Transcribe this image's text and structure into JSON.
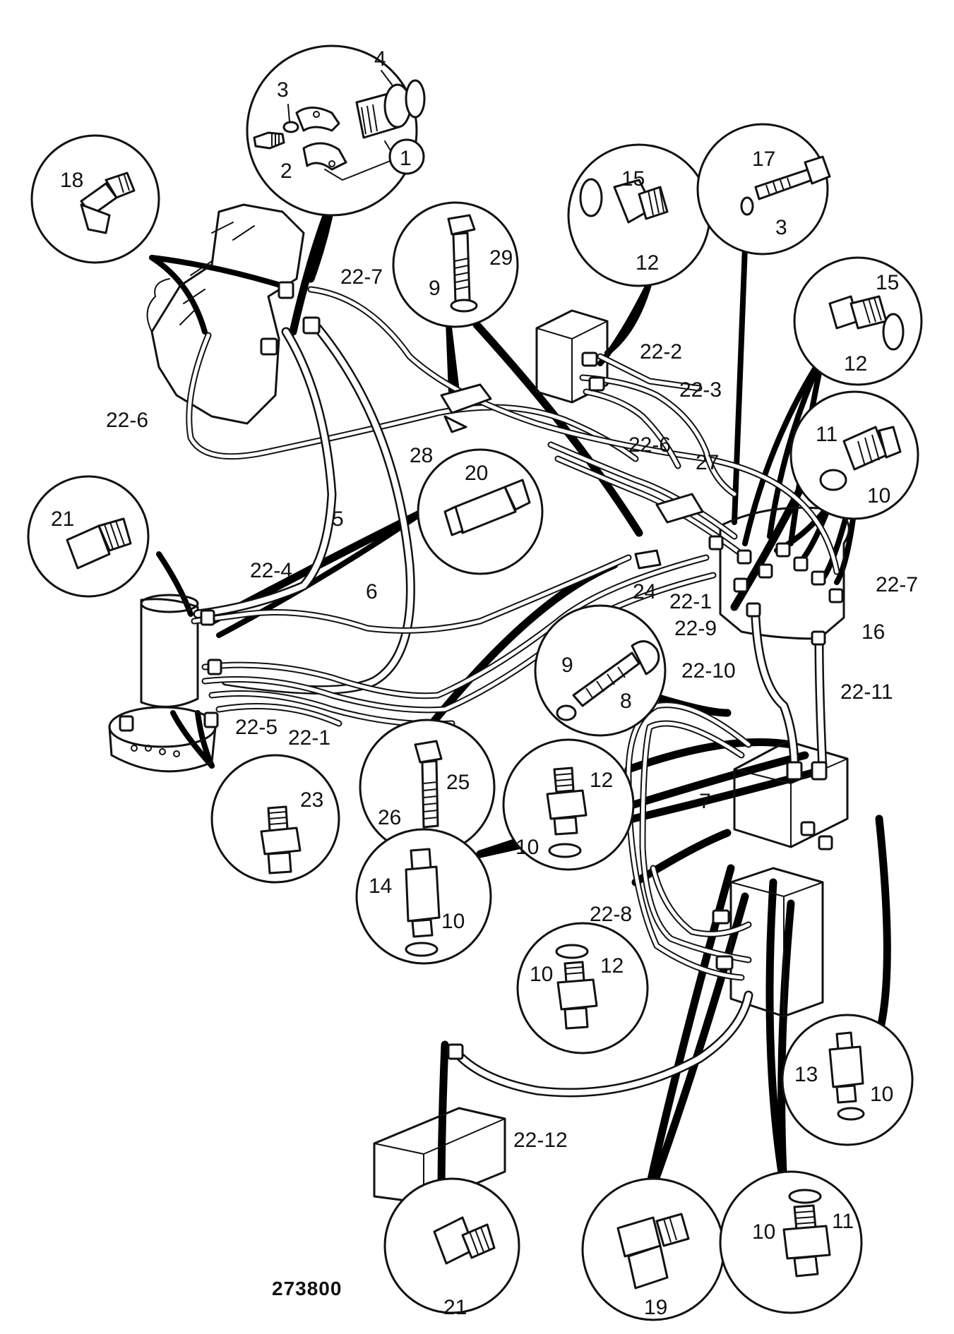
{
  "drawing": {
    "reference_number": "273800",
    "labels": {
      "l1": "1",
      "l2": "2",
      "l3a": "3",
      "l4": "4",
      "l18": "18",
      "l22_7a": "22-7",
      "l29": "29",
      "l9a": "9",
      "l15a": "15",
      "l12a": "12",
      "l17": "17",
      "l3b": "3",
      "l12b": "12",
      "l15b": "15",
      "l22_2": "22-2",
      "l22_3": "22-3",
      "l22_6a": "22-6",
      "l28": "28",
      "l22_6b": "22-6",
      "l27": "27",
      "l11a": "11",
      "l10a": "10",
      "l20": "20",
      "l5": "5",
      "l21a": "21",
      "l22_4": "22-4",
      "l6": "6",
      "l24": "24",
      "l22_1a": "22-1",
      "l22_7b": "22-7",
      "l22_9": "22-9",
      "l16": "16",
      "l9b": "9",
      "l8": "8",
      "l22_10": "22-10",
      "l22_11": "22-11",
      "l22_5": "22-5",
      "l22_1b": "22-1",
      "l25": "25",
      "l26": "26",
      "l12c": "12",
      "l10b": "10",
      "l7": "7",
      "l23": "23",
      "l14": "14",
      "l10c": "10",
      "l22_8": "22-8",
      "l10d": "10",
      "l12d": "12",
      "l13": "13",
      "l10e": "10",
      "l22_12": "22-12",
      "l21b": "21",
      "l19": "19",
      "l10f": "10",
      "l11b": "11"
    }
  }
}
